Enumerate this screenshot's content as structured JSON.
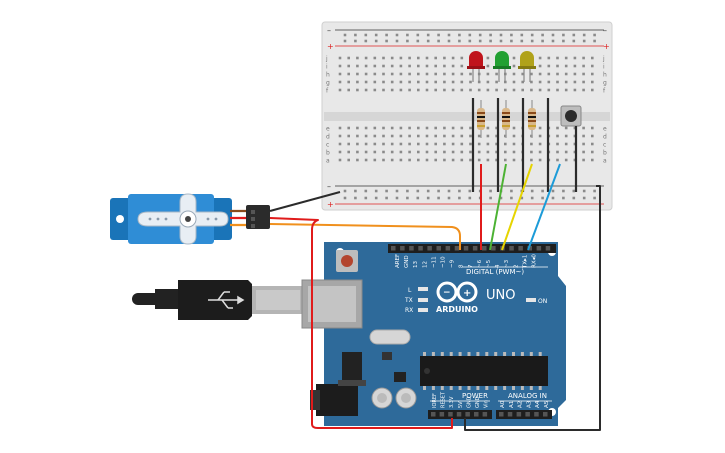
{
  "arduino": {
    "brand": "ARDUINO",
    "model": "UNO",
    "digital_label": "DIGITAL (PWM~)",
    "power_label": "POWER",
    "analog_label": "ANALOG IN",
    "on_label": "ON",
    "led_labels": {
      "l": "L",
      "tx": "TX",
      "rx": "RX"
    },
    "top_pin_labels": [
      "AREF",
      "GND",
      "13",
      "12",
      "~11",
      "~10",
      "~9",
      "8",
      "7",
      "~6",
      "~5",
      "4",
      "~3",
      "2",
      "TX▸1",
      "RX◂0"
    ],
    "power_pin_labels": [
      "IOREF",
      "RESET",
      "3.3V",
      "5V",
      "GND",
      "GND",
      "Vin"
    ],
    "analog_pin_labels": [
      "A0",
      "A1",
      "A2",
      "A3",
      "A4",
      "A5"
    ]
  },
  "breadboard": {
    "row_letters_top": [
      "j",
      "i",
      "h",
      "g",
      "f"
    ],
    "row_letters_bottom": [
      "e",
      "d",
      "c",
      "b",
      "a"
    ],
    "rail_minus": "–",
    "rail_plus": "+"
  },
  "leds": [
    {
      "name": "red",
      "color": "#c0141c"
    },
    {
      "name": "green",
      "color": "#22a032"
    },
    {
      "name": "yellow",
      "color": "#b0a21a"
    }
  ],
  "wire_colors": {
    "red": "#e01b1b",
    "green": "#4cb233",
    "yellow": "#e6d400",
    "blue": "#1c9bd8",
    "black": "#2b2b2b",
    "orange": "#f0901d",
    "brown": "#8a4a1a"
  },
  "board_color": "#2e6a9a"
}
